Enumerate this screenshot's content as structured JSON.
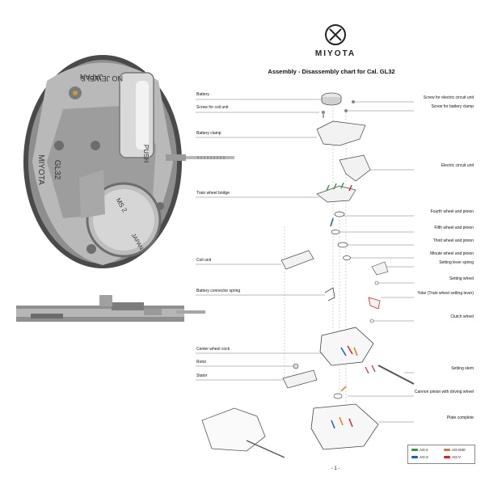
{
  "brand": {
    "name": "MIYOTA",
    "logo_icon": "miyota-logo-icon"
  },
  "title": "Assembly - Disassembly chart for Cal. GL32",
  "photo_top": {
    "icon": "watch-movement-photo",
    "engravings": [
      "NO JEWELS",
      "JAPAN",
      "MIYOTA",
      "GL32",
      "PUSH",
      "MS 2",
      "JAPAN"
    ]
  },
  "photo_side": {
    "icon": "watch-movement-side-photo"
  },
  "labels_left": [
    "Battery",
    "Screw for coil unit",
    "Battery clamp",
    "Train wheel bridge",
    "Coil unit",
    "Battery connector spring",
    "Center wheel cock",
    "Rotor",
    "Stator"
  ],
  "labels_right": [
    "Screw for electric circuit unit",
    "Screw for battery clamp",
    "Electric circuit unit",
    "Fourth wheel and pinion",
    "Fifth wheel and pinion",
    "Third wheel and pinion",
    "Minute wheel and pinion",
    "Setting lever spring",
    "Setting wheel",
    "Yoke (Train wheel setting lever)",
    "Clutch wheel",
    "Setting stem",
    "Cannon pinion with driving wheel",
    "Plate complete"
  ],
  "legend": [
    {
      "label": "AO-2",
      "color": "#2e9e3a"
    },
    {
      "label": "AO-G00",
      "color": "#e87a1e"
    },
    {
      "label": "AO-3",
      "color": "#1f5fb8"
    },
    {
      "label": "AO-V",
      "color": "#d0282e"
    }
  ],
  "page_number": "- 1 -"
}
